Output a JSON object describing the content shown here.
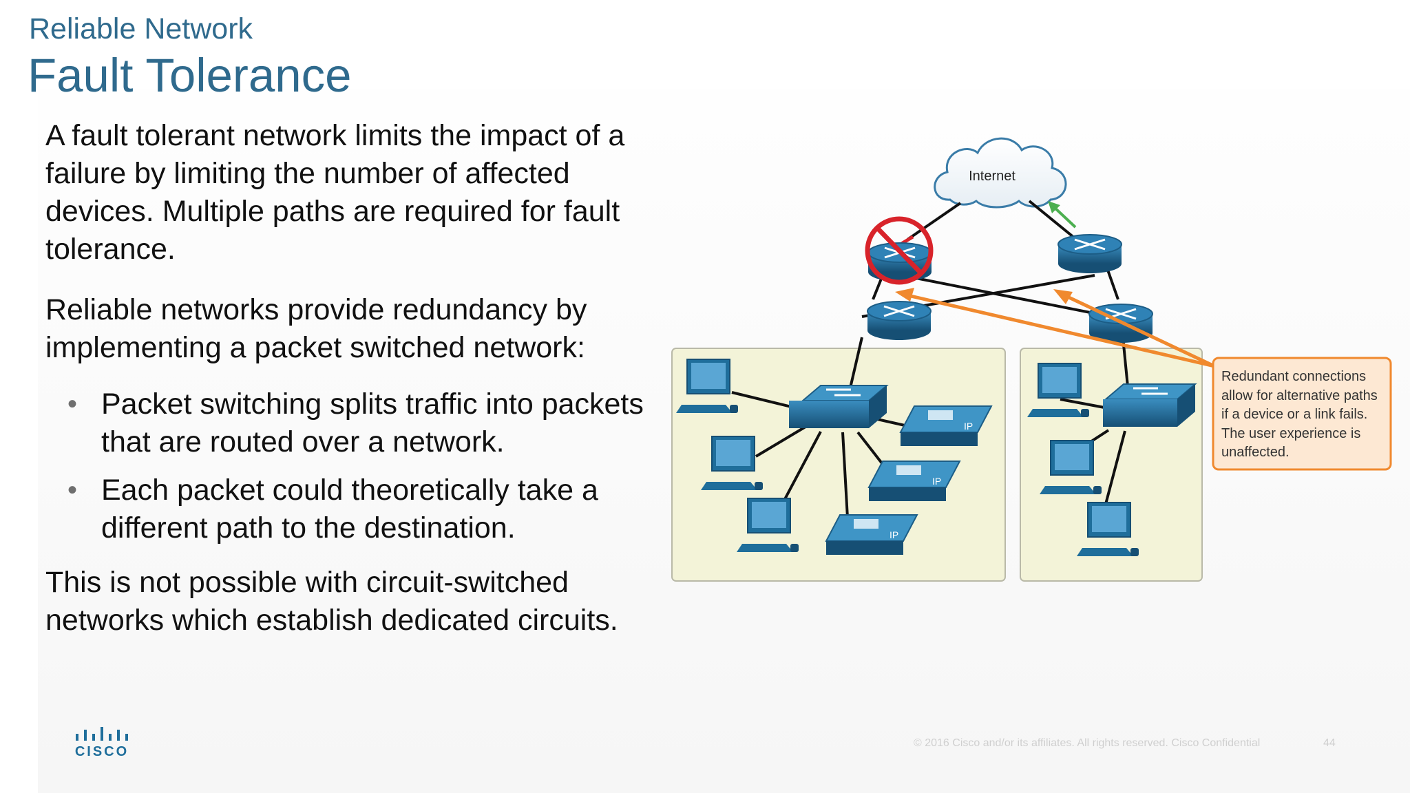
{
  "header": {
    "subtitle": "Reliable Network",
    "title": "Fault Tolerance"
  },
  "body": {
    "paragraph1": "A fault tolerant network limits the impact of a failure by limiting the number of affected devices. Multiple paths are required for fault tolerance.",
    "paragraph2": "Reliable networks provide redundancy by implementing a packet switched network:",
    "bullets": [
      {
        "text": "Packet switching splits traffic into packets that are routed over a network."
      },
      {
        "text": "Each packet could theoretically take a different path to the destination."
      }
    ],
    "paragraph3": "This is not possible with circuit-switched networks which establish dedicated circuits."
  },
  "diagram": {
    "cloud_label": "Internet",
    "callout_lines": [
      "Redundant connections",
      "allow for alternative paths",
      "if a device or a link fails.",
      "The user experience is",
      "unaffected."
    ],
    "phone_label": "IP"
  },
  "footer": {
    "copyright": "© 2016  Cisco and/or its affiliates. All rights reserved.   Cisco Confidential",
    "page_number": "44",
    "logo_text": "CISCO"
  },
  "colors": {
    "title": "#2f6a8d",
    "device_blue": "#1f6e9b",
    "callout_orange": "#f0892e",
    "callout_fill": "#fde8d3",
    "panel_fill": "#f3f3d8",
    "failure_red": "#d8232a",
    "good_path_green": "#4caf50"
  }
}
